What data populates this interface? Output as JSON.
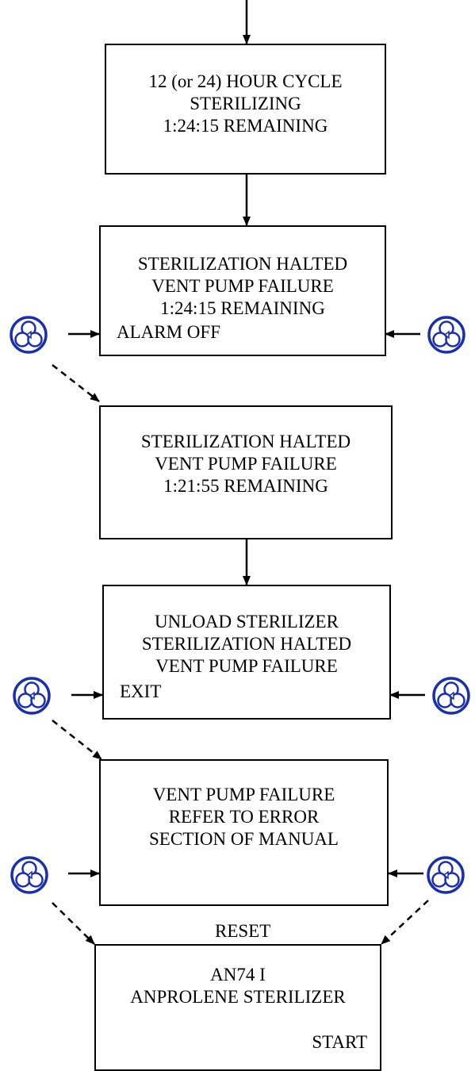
{
  "boxes": [
    {
      "id": "cycle",
      "lines": [
        "12 (or 24) HOUR CYCLE",
        "STERILIZING",
        "1:24:15  REMAINING"
      ]
    },
    {
      "id": "halted-alarm",
      "lines": [
        "STERILIZATION HALTED",
        "VENT PUMP FAILURE",
        "1:24:15  REMAINING"
      ],
      "softkey": "ALARM OFF"
    },
    {
      "id": "halted",
      "lines": [
        "STERILIZATION HALTED",
        "VENT PUMP FAILURE",
        "1:21:55  REMAINING"
      ]
    },
    {
      "id": "unload",
      "lines": [
        "UNLOAD STERILIZER",
        "STERILIZATION HALTED",
        "VENT PUMP FAILURE"
      ],
      "softkey": "EXIT"
    },
    {
      "id": "refer",
      "lines": [
        "VENT PUMP FAILURE",
        "REFER TO ERROR",
        "SECTION OF MANUAL"
      ]
    },
    {
      "id": "home",
      "lines": [
        "AN74 I",
        "ANPROLENE STERILIZER"
      ],
      "softkey": "START"
    }
  ],
  "reset_label": "RESET",
  "colors": {
    "button_blue": "#1a2fb0",
    "line": "#000000"
  },
  "icons": [
    "fan-button-icon"
  ]
}
